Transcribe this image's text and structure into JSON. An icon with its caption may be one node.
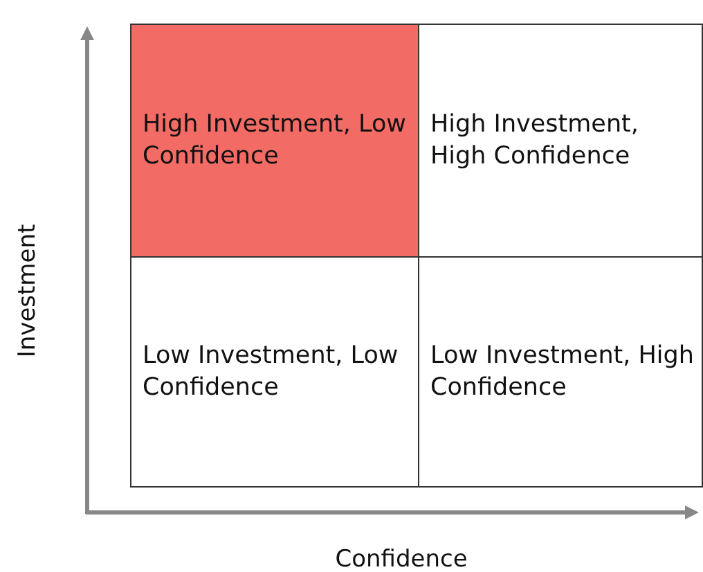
{
  "diagram": {
    "nodes": [
      {
        "text": [
          "High Investment, Low Confidence"
        ]
      },
      {
        "text": [
          "High Investment, High Confidence"
        ]
      },
      {
        "text": [
          "Low Investment, Low Confidence"
        ]
      },
      {
        "text": [
          "Low Investment, High Confidence"
        ]
      }
    ],
    "labels": [
      "Investment",
      "Confidence"
    ]
  }
}
